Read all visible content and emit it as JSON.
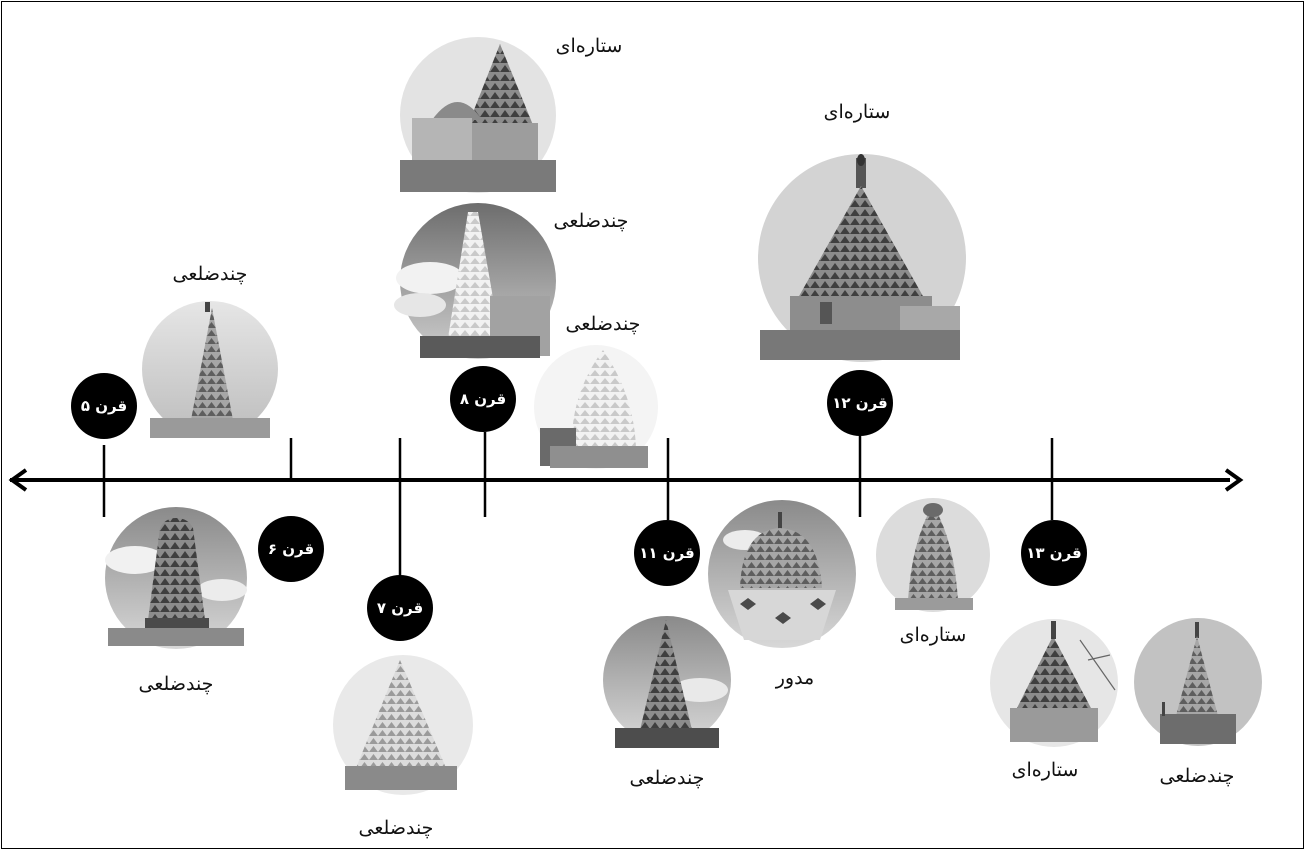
{
  "timeline": {
    "centuries": [
      {
        "id": "c5",
        "label": "قرن ۵"
      },
      {
        "id": "c6",
        "label": "قرن ۶"
      },
      {
        "id": "c7",
        "label": "قرن ۷"
      },
      {
        "id": "c8",
        "label": "قرن ۸"
      },
      {
        "id": "c11",
        "label": "قرن ۱۱"
      },
      {
        "id": "c12",
        "label": "قرن ۱۲"
      },
      {
        "id": "c13",
        "label": "قرن ۱۳"
      }
    ],
    "towers": [
      {
        "id": "t1",
        "century": "قرن ۵",
        "type": "چندضلعی"
      },
      {
        "id": "t2",
        "century": "قرن ۶",
        "type": "چندضلعی"
      },
      {
        "id": "t3",
        "century": "قرن ۷",
        "type": "چندضلعی"
      },
      {
        "id": "t4",
        "century": "قرن ۸",
        "type": "ستاره‌ای"
      },
      {
        "id": "t5",
        "century": "قرن ۸",
        "type": "چندضلعی"
      },
      {
        "id": "t6",
        "century": "قرن ۸",
        "type": "چندضلعی"
      },
      {
        "id": "t7",
        "century": "قرن ۱۱",
        "type": "چندضلعی"
      },
      {
        "id": "t8",
        "century": "قرن ۱۱",
        "type": "مدور"
      },
      {
        "id": "t9",
        "century": "قرن ۱۲",
        "type": "ستاره‌ای"
      },
      {
        "id": "t10",
        "century": "قرن ۱۲",
        "type": "ستاره‌ای"
      },
      {
        "id": "t11",
        "century": "قرن ۱۳",
        "type": "ستاره‌ای"
      },
      {
        "id": "t12",
        "century": "قرن ۱۳",
        "type": "چندضلعی"
      }
    ]
  }
}
